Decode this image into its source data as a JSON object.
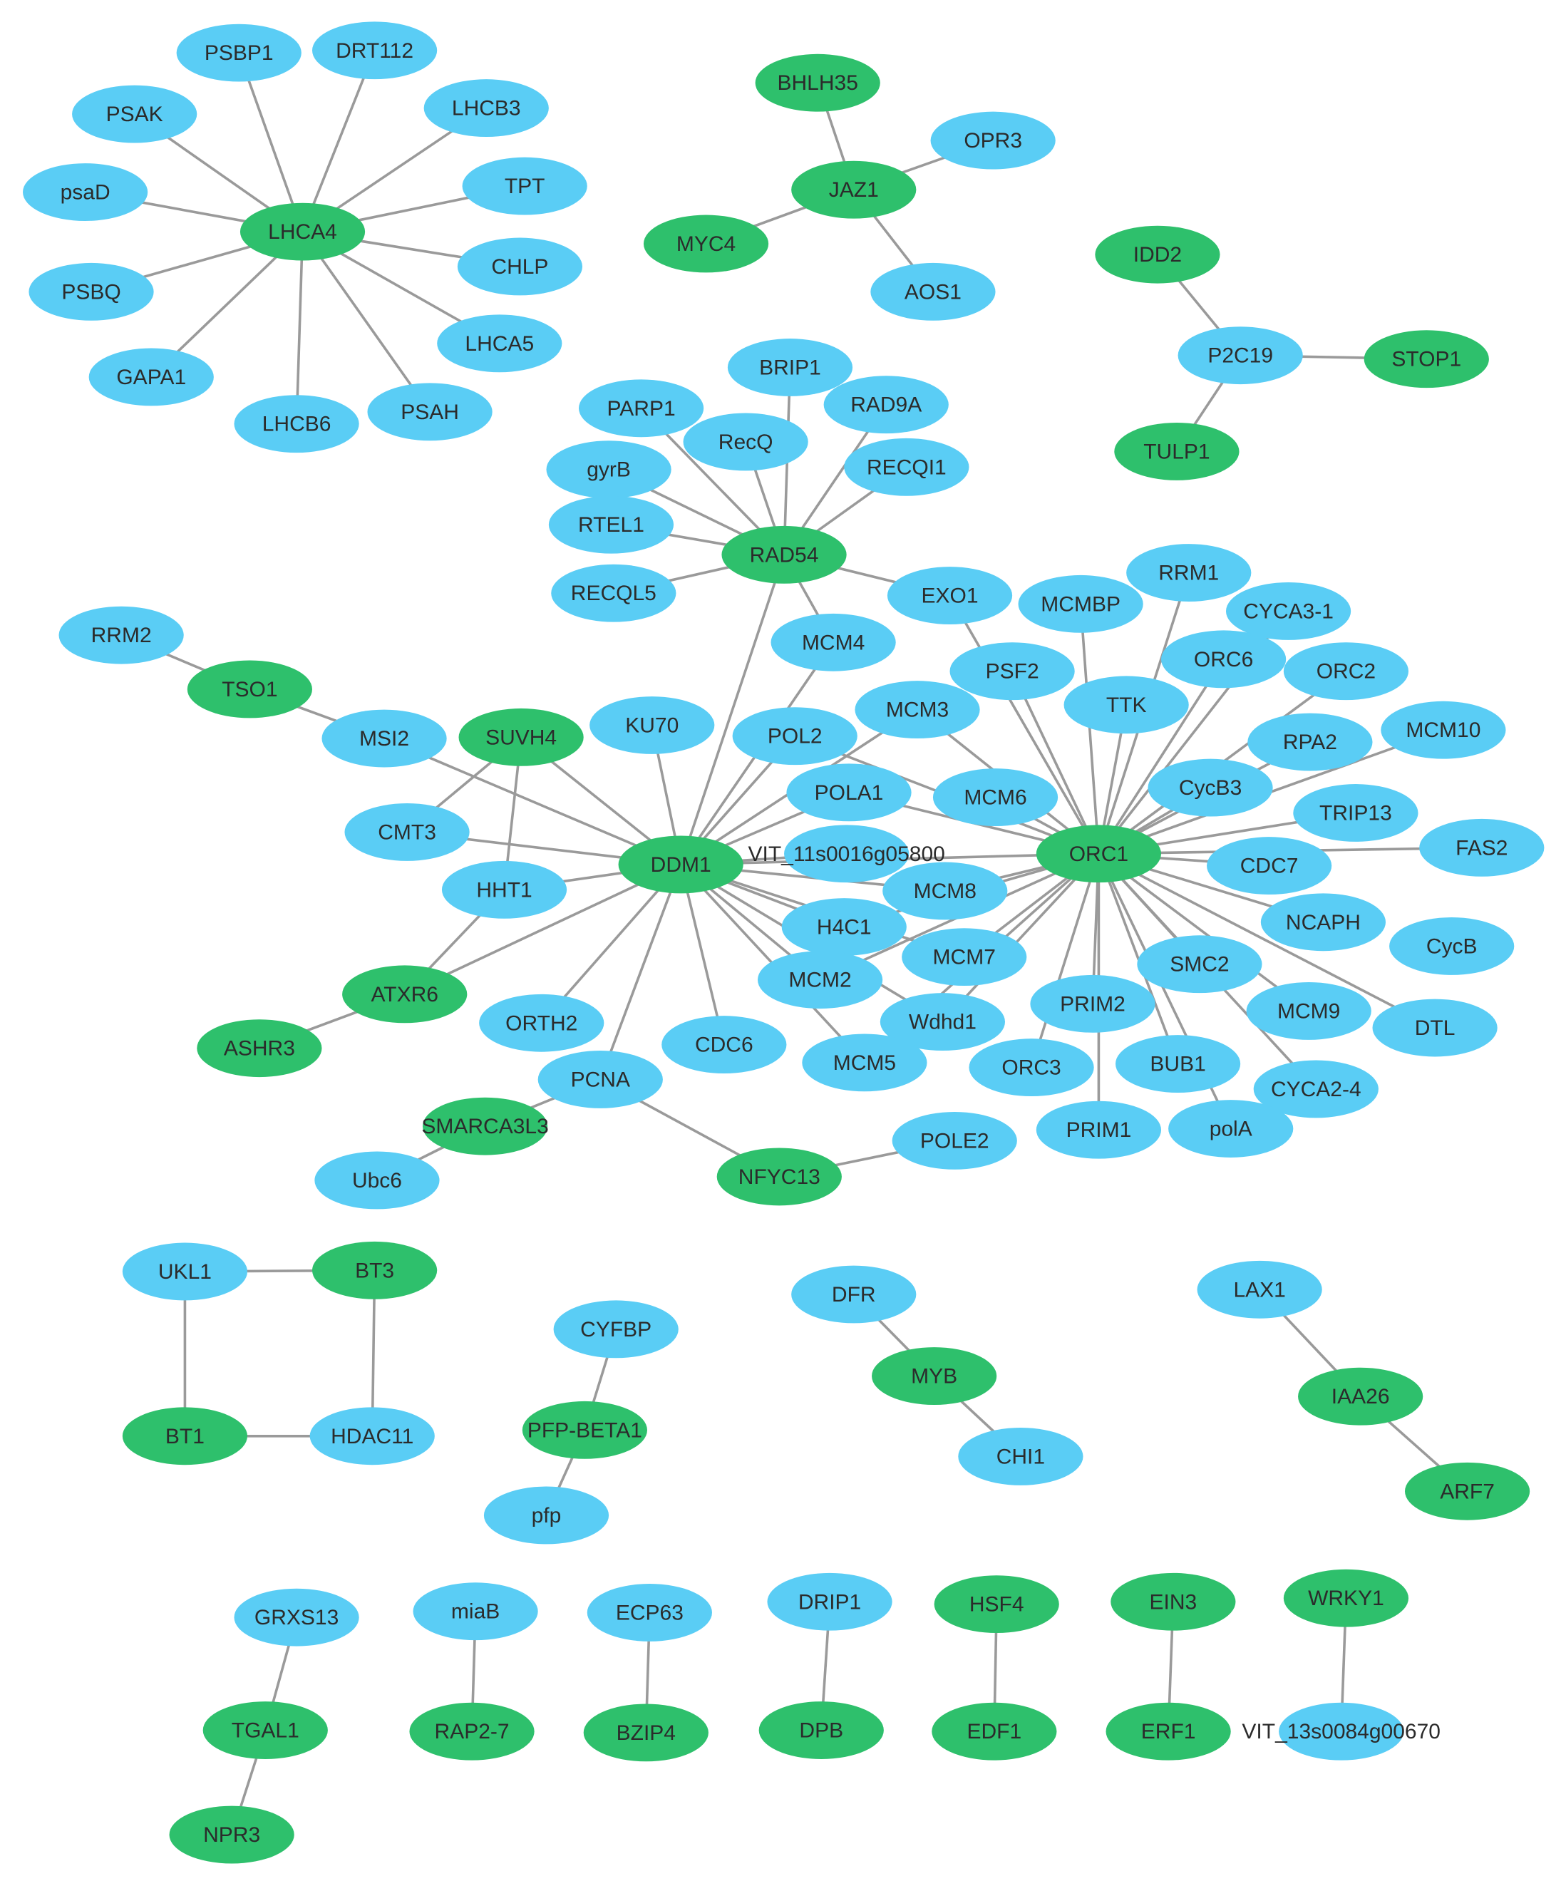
{
  "colors": {
    "regulator": "#2ec06c",
    "target": "#5acdf5",
    "edge": "#9a9a9a",
    "label": "#2b2b2b"
  },
  "legend_note": "node fill: green = regulator, blue = target",
  "nodes": [
    {
      "id": "PSBP1",
      "type": "target"
    },
    {
      "id": "DRT112",
      "type": "target"
    },
    {
      "id": "PSAK",
      "type": "target"
    },
    {
      "id": "LHCB3",
      "type": "target"
    },
    {
      "id": "psaD",
      "type": "target"
    },
    {
      "id": "TPT",
      "type": "target"
    },
    {
      "id": "LHCA4",
      "type": "regulator"
    },
    {
      "id": "CHLP",
      "type": "target"
    },
    {
      "id": "PSBQ",
      "type": "target"
    },
    {
      "id": "LHCA5",
      "type": "target"
    },
    {
      "id": "GAPA1",
      "type": "target"
    },
    {
      "id": "PSAH",
      "type": "target"
    },
    {
      "id": "LHCB6",
      "type": "target"
    },
    {
      "id": "BHLH35",
      "type": "regulator"
    },
    {
      "id": "OPR3",
      "type": "target"
    },
    {
      "id": "JAZ1",
      "type": "regulator"
    },
    {
      "id": "MYC4",
      "type": "regulator"
    },
    {
      "id": "AOS1",
      "type": "target"
    },
    {
      "id": "IDD2",
      "type": "regulator"
    },
    {
      "id": "P2C19",
      "type": "target"
    },
    {
      "id": "STOP1",
      "type": "regulator"
    },
    {
      "id": "TULP1",
      "type": "regulator"
    },
    {
      "id": "BRIP1",
      "type": "target"
    },
    {
      "id": "PARP1",
      "type": "target"
    },
    {
      "id": "RAD9A",
      "type": "target"
    },
    {
      "id": "RecQ",
      "type": "target"
    },
    {
      "id": "gyrB",
      "type": "target"
    },
    {
      "id": "RECQI1",
      "type": "target"
    },
    {
      "id": "RTEL1",
      "type": "target"
    },
    {
      "id": "RAD54",
      "type": "regulator"
    },
    {
      "id": "RECQL5",
      "type": "target"
    },
    {
      "id": "EXO1",
      "type": "target"
    },
    {
      "id": "RRM1",
      "type": "target"
    },
    {
      "id": "MCMBP",
      "type": "target"
    },
    {
      "id": "CYCA3-1",
      "type": "target"
    },
    {
      "id": "RRM2",
      "type": "target"
    },
    {
      "id": "MCM4",
      "type": "target"
    },
    {
      "id": "ORC6",
      "type": "target"
    },
    {
      "id": "PSF2",
      "type": "target"
    },
    {
      "id": "ORC2",
      "type": "target"
    },
    {
      "id": "TSO1",
      "type": "regulator"
    },
    {
      "id": "TTK",
      "type": "target"
    },
    {
      "id": "MCM3",
      "type": "target"
    },
    {
      "id": "KU70",
      "type": "target"
    },
    {
      "id": "MSI2",
      "type": "target"
    },
    {
      "id": "SUVH4",
      "type": "regulator"
    },
    {
      "id": "POL2",
      "type": "target"
    },
    {
      "id": "RPA2",
      "type": "target"
    },
    {
      "id": "MCM10",
      "type": "target"
    },
    {
      "id": "CycB3",
      "type": "target"
    },
    {
      "id": "MCM6",
      "type": "target"
    },
    {
      "id": "POLA1",
      "type": "target"
    },
    {
      "id": "TRIP13",
      "type": "target"
    },
    {
      "id": "CMT3",
      "type": "target"
    },
    {
      "id": "FAS2",
      "type": "target"
    },
    {
      "id": "VIT_11s0016g05800",
      "type": "target"
    },
    {
      "id": "DDM1",
      "type": "regulator"
    },
    {
      "id": "ORC1",
      "type": "regulator"
    },
    {
      "id": "CDC7",
      "type": "target"
    },
    {
      "id": "HHT1",
      "type": "target"
    },
    {
      "id": "MCM8",
      "type": "target"
    },
    {
      "id": "NCAPH",
      "type": "target"
    },
    {
      "id": "H4C1",
      "type": "target"
    },
    {
      "id": "CycB",
      "type": "target"
    },
    {
      "id": "MCM7",
      "type": "target"
    },
    {
      "id": "SMC2",
      "type": "target"
    },
    {
      "id": "ATXR6",
      "type": "regulator"
    },
    {
      "id": "MCM2",
      "type": "target"
    },
    {
      "id": "PRIM2",
      "type": "target"
    },
    {
      "id": "MCM9",
      "type": "target"
    },
    {
      "id": "DTL",
      "type": "target"
    },
    {
      "id": "ORTH2",
      "type": "target"
    },
    {
      "id": "Wdhd1",
      "type": "target"
    },
    {
      "id": "ASHR3",
      "type": "regulator"
    },
    {
      "id": "CDC6",
      "type": "target"
    },
    {
      "id": "BUB1",
      "type": "target"
    },
    {
      "id": "ORC3",
      "type": "target"
    },
    {
      "id": "MCM5",
      "type": "target"
    },
    {
      "id": "PCNA",
      "type": "target"
    },
    {
      "id": "CYCA2-4",
      "type": "target"
    },
    {
      "id": "SMARCA3L3",
      "type": "regulator"
    },
    {
      "id": "PRIM1",
      "type": "target"
    },
    {
      "id": "polA",
      "type": "target"
    },
    {
      "id": "POLE2",
      "type": "target"
    },
    {
      "id": "Ubc6",
      "type": "target"
    },
    {
      "id": "NFYC13",
      "type": "regulator"
    },
    {
      "id": "UKL1",
      "type": "target"
    },
    {
      "id": "BT3",
      "type": "regulator"
    },
    {
      "id": "BT1",
      "type": "regulator"
    },
    {
      "id": "HDAC11",
      "type": "target"
    },
    {
      "id": "CYFBP",
      "type": "target"
    },
    {
      "id": "PFP-BETA1",
      "type": "regulator"
    },
    {
      "id": "pfp",
      "type": "target"
    },
    {
      "id": "DFR",
      "type": "target"
    },
    {
      "id": "MYB",
      "type": "regulator"
    },
    {
      "id": "CHI1",
      "type": "target"
    },
    {
      "id": "LAX1",
      "type": "target"
    },
    {
      "id": "IAA26",
      "type": "regulator"
    },
    {
      "id": "ARF7",
      "type": "regulator"
    },
    {
      "id": "GRXS13",
      "type": "target"
    },
    {
      "id": "TGAL1",
      "type": "regulator"
    },
    {
      "id": "NPR3",
      "type": "regulator"
    },
    {
      "id": "miaB",
      "type": "target"
    },
    {
      "id": "RAP2-7",
      "type": "regulator"
    },
    {
      "id": "ECP63",
      "type": "target"
    },
    {
      "id": "BZIP4",
      "type": "regulator"
    },
    {
      "id": "DRIP1",
      "type": "target"
    },
    {
      "id": "DPB",
      "type": "regulator"
    },
    {
      "id": "HSF4",
      "type": "regulator"
    },
    {
      "id": "EDF1",
      "type": "regulator"
    },
    {
      "id": "EIN3",
      "type": "regulator"
    },
    {
      "id": "ERF1",
      "type": "regulator"
    },
    {
      "id": "WRKY1",
      "type": "regulator"
    },
    {
      "id": "VIT_13s0084g00670",
      "type": "target"
    }
  ],
  "edges": [
    [
      "LHCA4",
      "PSBP1"
    ],
    [
      "LHCA4",
      "DRT112"
    ],
    [
      "LHCA4",
      "PSAK"
    ],
    [
      "LHCA4",
      "LHCB3"
    ],
    [
      "LHCA4",
      "psaD"
    ],
    [
      "LHCA4",
      "TPT"
    ],
    [
      "LHCA4",
      "CHLP"
    ],
    [
      "LHCA4",
      "PSBQ"
    ],
    [
      "LHCA4",
      "LHCA5"
    ],
    [
      "LHCA4",
      "GAPA1"
    ],
    [
      "LHCA4",
      "PSAH"
    ],
    [
      "LHCA4",
      "LHCB6"
    ],
    [
      "JAZ1",
      "BHLH35"
    ],
    [
      "JAZ1",
      "OPR3"
    ],
    [
      "JAZ1",
      "MYC4"
    ],
    [
      "JAZ1",
      "AOS1"
    ],
    [
      "P2C19",
      "IDD2"
    ],
    [
      "P2C19",
      "STOP1"
    ],
    [
      "P2C19",
      "TULP1"
    ],
    [
      "RAD54",
      "BRIP1"
    ],
    [
      "RAD54",
      "PARP1"
    ],
    [
      "RAD54",
      "RAD9A"
    ],
    [
      "RAD54",
      "RecQ"
    ],
    [
      "RAD54",
      "gyrB"
    ],
    [
      "RAD54",
      "RECQI1"
    ],
    [
      "RAD54",
      "RTEL1"
    ],
    [
      "RAD54",
      "RECQL5"
    ],
    [
      "RAD54",
      "EXO1"
    ],
    [
      "RAD54",
      "MCM4"
    ],
    [
      "RAD54",
      "DDM1"
    ],
    [
      "RRM2",
      "TSO1"
    ],
    [
      "TSO1",
      "MSI2"
    ],
    [
      "MSI2",
      "DDM1"
    ],
    [
      "SUVH4",
      "DDM1"
    ],
    [
      "SUVH4",
      "CMT3"
    ],
    [
      "SUVH4",
      "HHT1"
    ],
    [
      "ATXR6",
      "HHT1"
    ],
    [
      "ATXR6",
      "DDM1"
    ],
    [
      "ATXR6",
      "ASHR3"
    ],
    [
      "DDM1",
      "KU70"
    ],
    [
      "DDM1",
      "MCM4"
    ],
    [
      "DDM1",
      "POL2"
    ],
    [
      "DDM1",
      "MCM3"
    ],
    [
      "DDM1",
      "POLA1"
    ],
    [
      "DDM1",
      "CMT3"
    ],
    [
      "DDM1",
      "HHT1"
    ],
    [
      "DDM1",
      "VIT_11s0016g05800"
    ],
    [
      "DDM1",
      "ORC1"
    ],
    [
      "DDM1",
      "MCM8"
    ],
    [
      "DDM1",
      "H4C1"
    ],
    [
      "DDM1",
      "MCM7"
    ],
    [
      "DDM1",
      "MCM2"
    ],
    [
      "DDM1",
      "Wdhd1"
    ],
    [
      "DDM1",
      "CDC6"
    ],
    [
      "DDM1",
      "MCM5"
    ],
    [
      "DDM1",
      "ORTH2"
    ],
    [
      "DDM1",
      "PCNA"
    ],
    [
      "ORC1",
      "EXO1"
    ],
    [
      "ORC1",
      "RRM1"
    ],
    [
      "ORC1",
      "MCMBP"
    ],
    [
      "ORC1",
      "CYCA3-1"
    ],
    [
      "ORC1",
      "ORC6"
    ],
    [
      "ORC1",
      "PSF2"
    ],
    [
      "ORC1",
      "ORC2"
    ],
    [
      "ORC1",
      "TTK"
    ],
    [
      "ORC1",
      "MCM3"
    ],
    [
      "ORC1",
      "POL2"
    ],
    [
      "ORC1",
      "RPA2"
    ],
    [
      "ORC1",
      "MCM10"
    ],
    [
      "ORC1",
      "CycB3"
    ],
    [
      "ORC1",
      "MCM6"
    ],
    [
      "ORC1",
      "POLA1"
    ],
    [
      "ORC1",
      "TRIP13"
    ],
    [
      "ORC1",
      "FAS2"
    ],
    [
      "ORC1",
      "CDC7"
    ],
    [
      "ORC1",
      "MCM8"
    ],
    [
      "ORC1",
      "NCAPH"
    ],
    [
      "ORC1",
      "H4C1"
    ],
    [
      "ORC1",
      "MCM7"
    ],
    [
      "ORC1",
      "SMC2"
    ],
    [
      "ORC1",
      "MCM2"
    ],
    [
      "ORC1",
      "PRIM2"
    ],
    [
      "ORC1",
      "DTL"
    ],
    [
      "ORC1",
      "Wdhd1"
    ],
    [
      "ORC1",
      "BUB1"
    ],
    [
      "ORC1",
      "ORC3"
    ],
    [
      "ORC1",
      "MCM5"
    ],
    [
      "ORC1",
      "CYCA2-4"
    ],
    [
      "ORC1",
      "polA"
    ],
    [
      "ORC1",
      "PRIM1"
    ],
    [
      "ORC1",
      "MCM9"
    ],
    [
      "PCNA",
      "SMARCA3L3"
    ],
    [
      "PCNA",
      "NFYC13"
    ],
    [
      "SMARCA3L3",
      "Ubc6"
    ],
    [
      "NFYC13",
      "POLE2"
    ],
    [
      "UKL1",
      "BT3"
    ],
    [
      "UKL1",
      "BT1"
    ],
    [
      "BT3",
      "HDAC11"
    ],
    [
      "BT1",
      "HDAC11"
    ],
    [
      "PFP-BETA1",
      "CYFBP"
    ],
    [
      "PFP-BETA1",
      "pfp"
    ],
    [
      "MYB",
      "DFR"
    ],
    [
      "MYB",
      "CHI1"
    ],
    [
      "IAA26",
      "LAX1"
    ],
    [
      "IAA26",
      "ARF7"
    ],
    [
      "GRXS13",
      "TGAL1"
    ],
    [
      "TGAL1",
      "NPR3"
    ],
    [
      "miaB",
      "RAP2-7"
    ],
    [
      "ECP63",
      "BZIP4"
    ],
    [
      "DRIP1",
      "DPB"
    ],
    [
      "HSF4",
      "EDF1"
    ],
    [
      "EIN3",
      "ERF1"
    ],
    [
      "WRKY1",
      "VIT_13s0084g00670"
    ]
  ]
}
